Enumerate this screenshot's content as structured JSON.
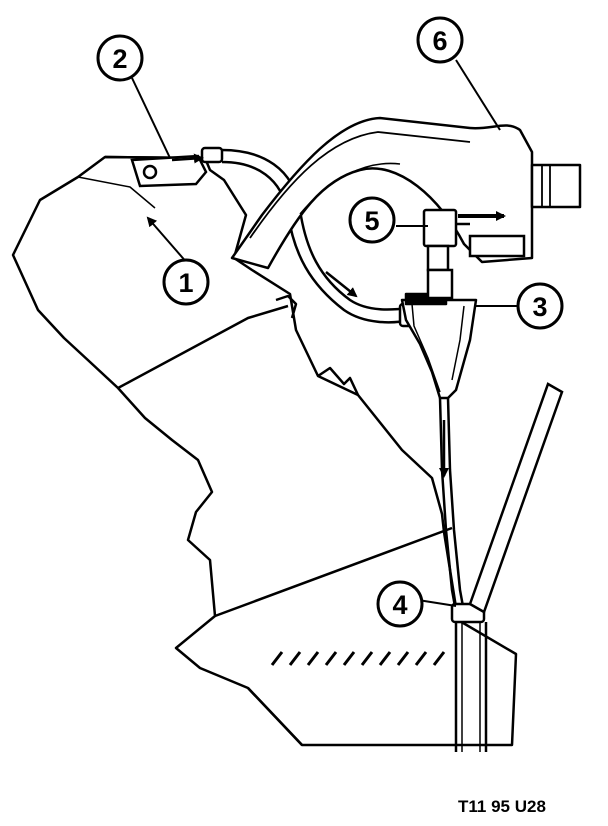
{
  "figure": {
    "callouts": [
      "1",
      "2",
      "3",
      "4",
      "5",
      "6"
    ],
    "reference_code": "T11 95 U28"
  }
}
